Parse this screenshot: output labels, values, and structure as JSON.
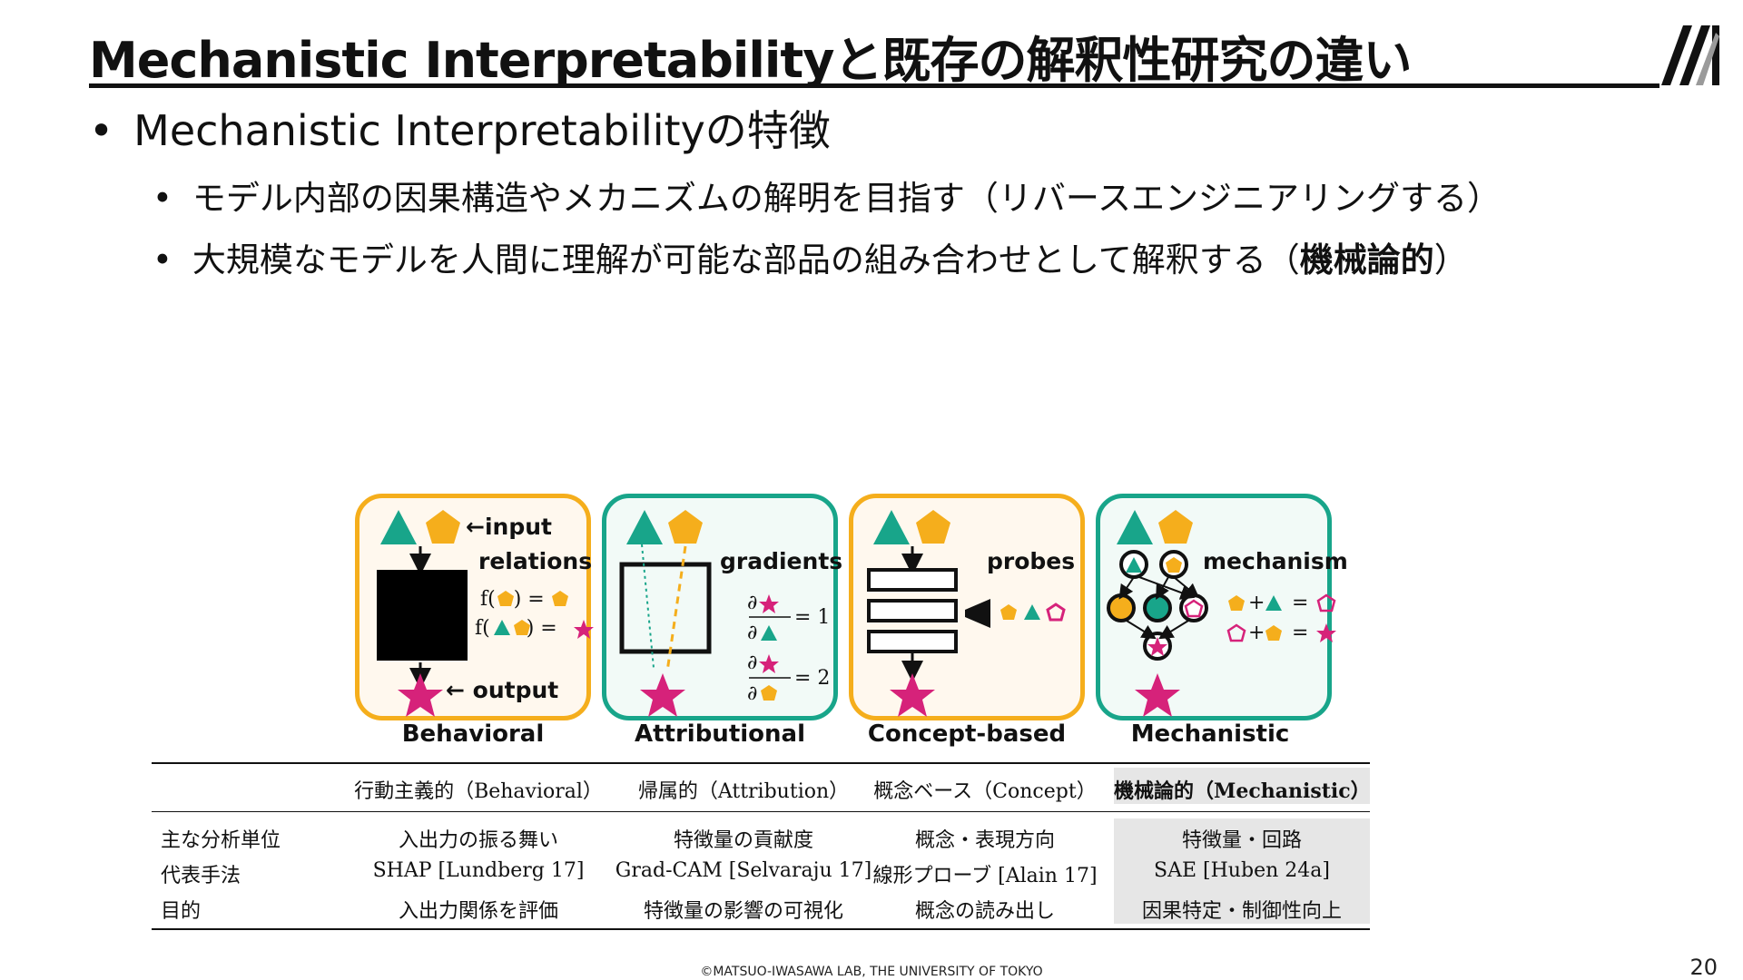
{
  "slide": {
    "title": "Mechanistic Interpretabilityと既存の解釈性研究の違い",
    "bullet_main": "Mechanistic Interpretabilityの特徴",
    "sub1": "モデル内部の因果構造やメカニズムの解明を目指す（リバースエンジニアリングする）",
    "sub2_prefix": "大規模なモデルを人間に理解が可能な部品の組み合わせとして解釈する（",
    "sub2_bold": "機械論的",
    "sub2_suffix": "）",
    "bullet_glyph": "•"
  },
  "figure": {
    "panels": [
      {
        "label": "Behavioral",
        "texts": [
          "←input",
          "relations",
          "← output"
        ]
      },
      {
        "label": "Attributional",
        "texts": [
          "gradients"
        ]
      },
      {
        "label": "Concept-based",
        "texts": [
          "probes"
        ]
      },
      {
        "label": "Mechanistic",
        "texts": [
          "mechanism"
        ]
      }
    ],
    "math": {
      "f1": "f(",
      "f1b": ") =",
      "f2": "f(",
      "f2b": ") =",
      "d": "∂",
      "eq1": "= 1",
      "eq2": "= 2",
      "plus": "+",
      "eq": "="
    },
    "colors": {
      "teal": "#18a58a",
      "orange": "#f5ae1c",
      "magenta": "#d6227a"
    }
  },
  "table": {
    "headers": [
      "",
      "行動主義的（Behavioral）",
      "帰属的（Attribution）",
      "概念ベース（Concept）",
      "機械論的（Mechanistic）"
    ],
    "rows": [
      [
        "主な分析単位",
        "入出力の振る舞い",
        "特徴量の貢献度",
        "概念・表現方向",
        "特徴量・回路"
      ],
      [
        "代表手法",
        "SHAP [Lundberg 17]",
        "Grad-CAM [Selvaraju 17]",
        "線形プローブ [Alain 17]",
        "SAE [Huben 24a]"
      ],
      [
        "目的",
        "入出力関係を評価",
        "特徴量の影響の可視化",
        "概念の読み出し",
        "因果特定・制御性向上"
      ]
    ]
  },
  "footer": "©MATSUO-IWASAWA LAB, THE UNIVERSITY OF TOKYO",
  "page_number": "20"
}
